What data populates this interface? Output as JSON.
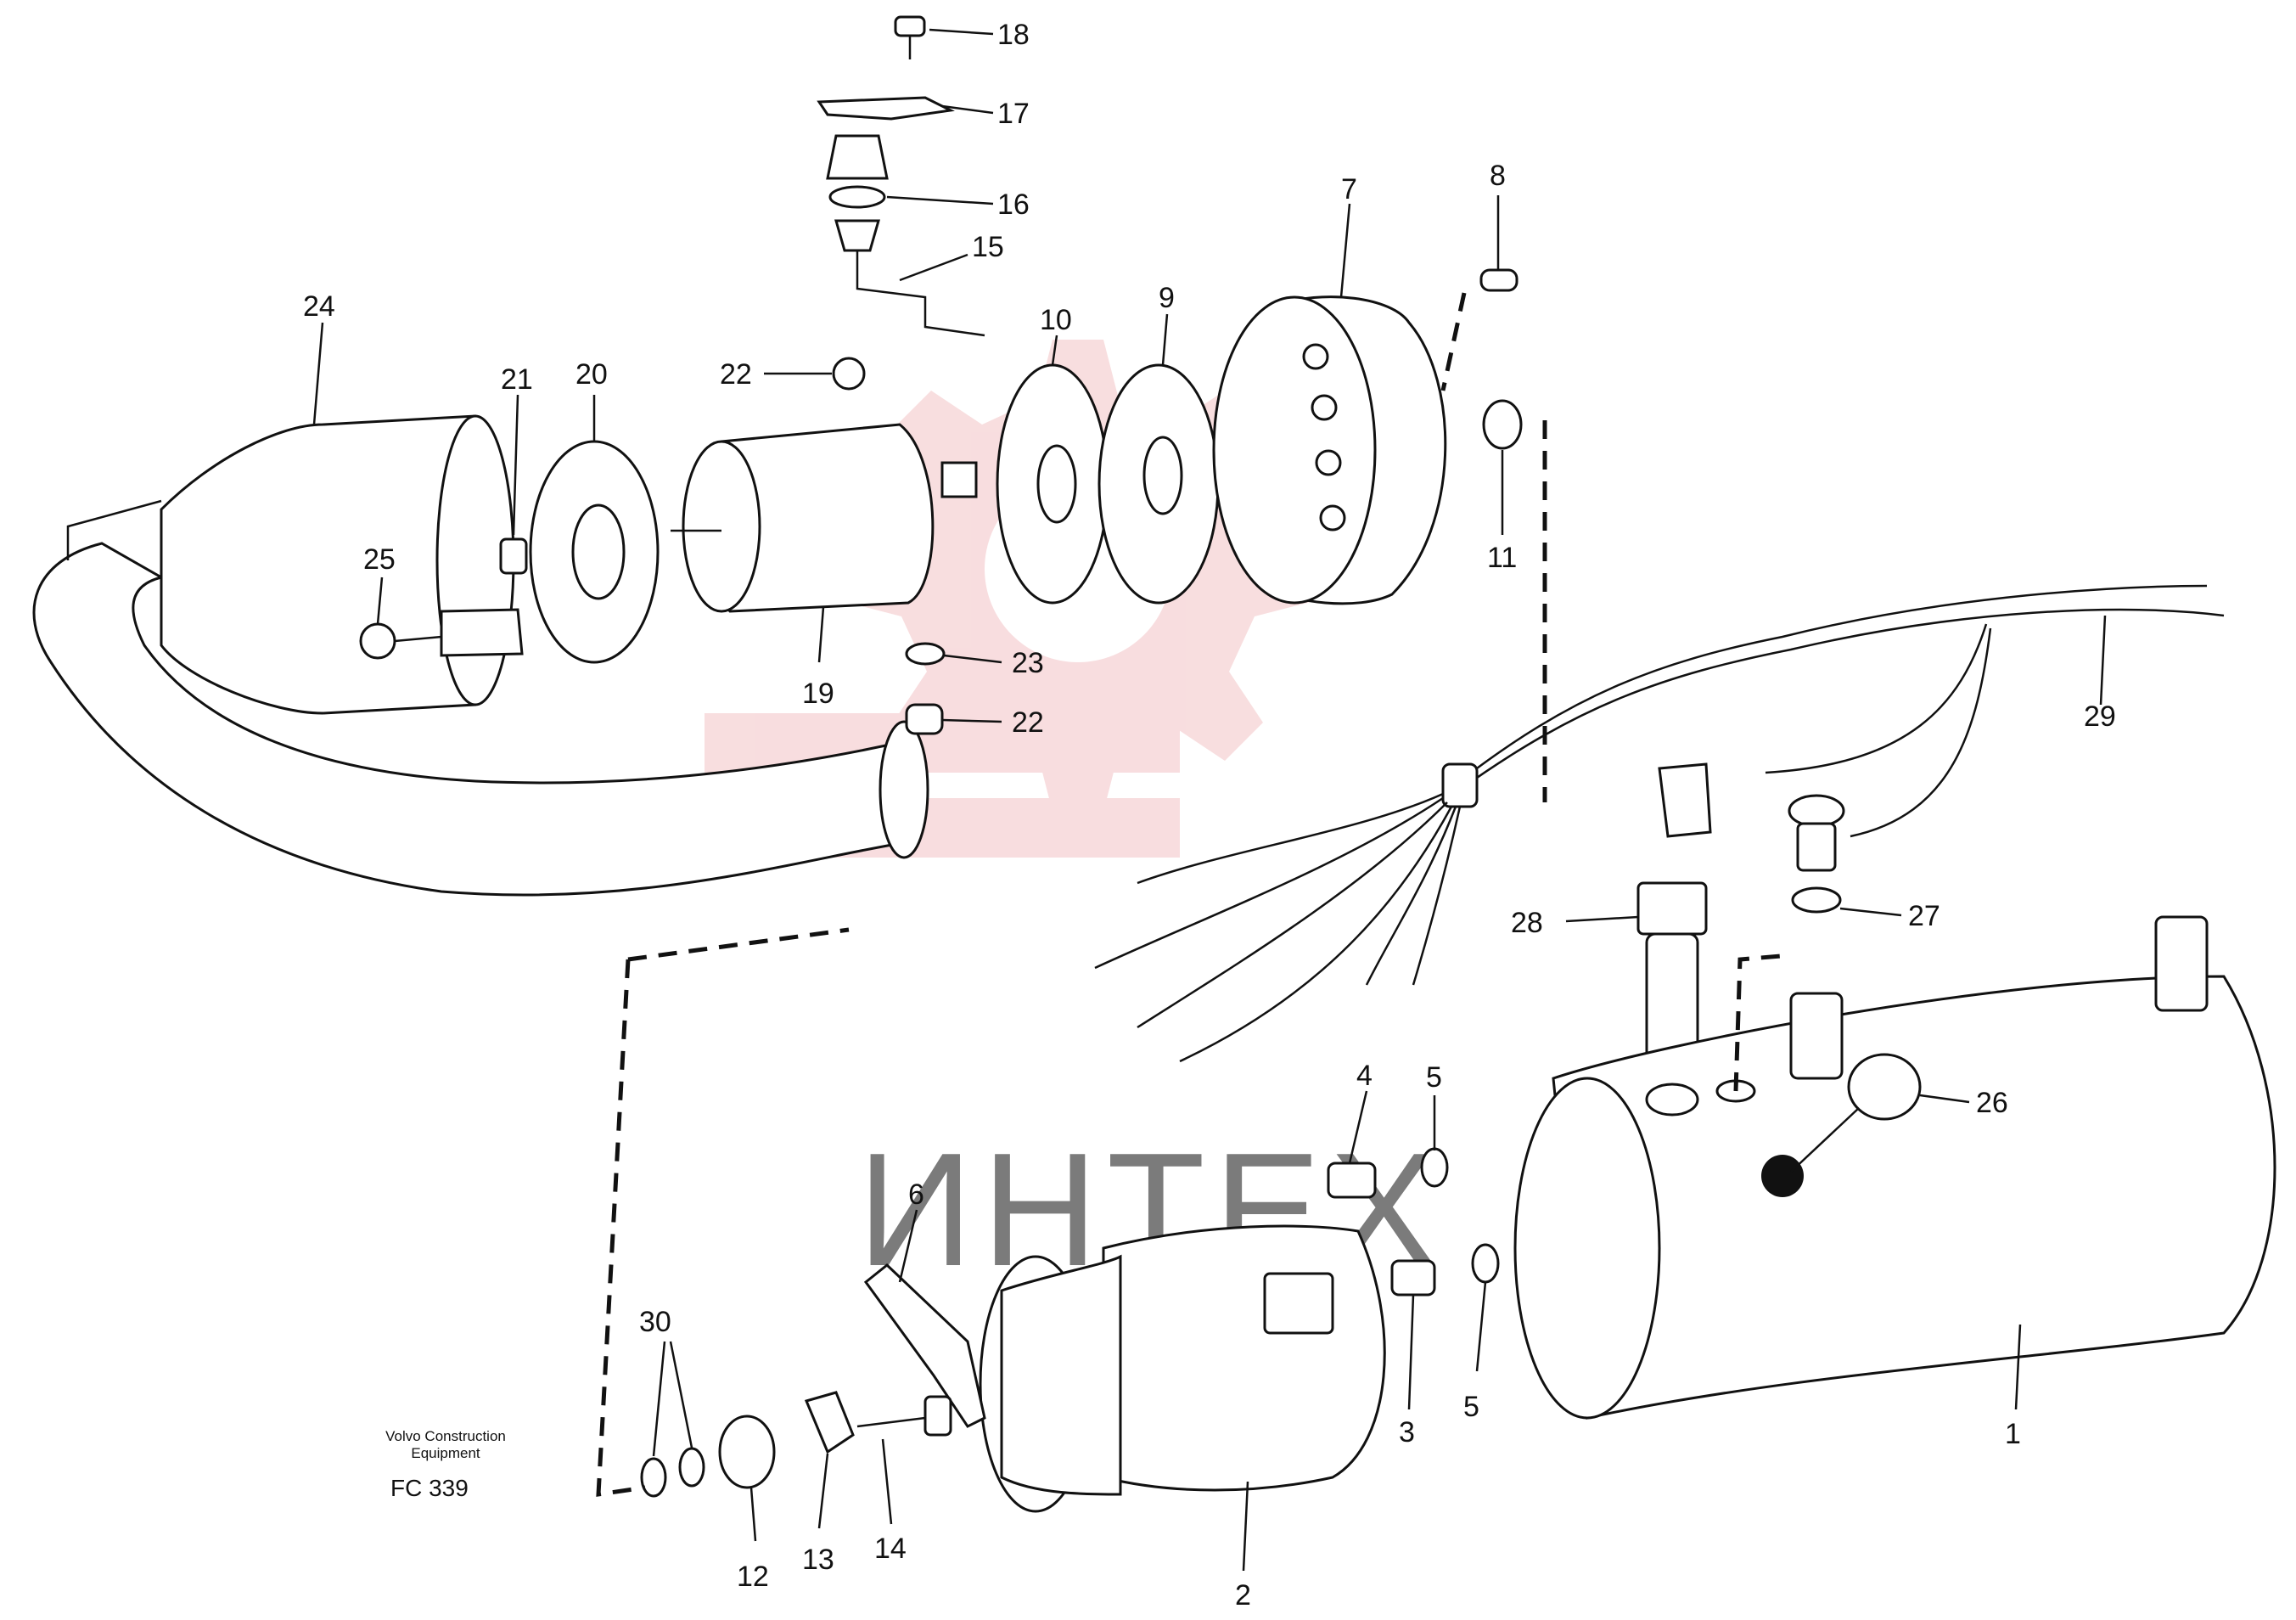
{
  "figure": {
    "caption_line1": "Volvo Construction",
    "caption_line2": "Equipment",
    "figure_code": "FC 339",
    "watermark_text": "ИНТЕХ"
  },
  "colors": {
    "watermark": "#f3c2c5",
    "line": "#111111",
    "background": "#ffffff"
  },
  "callouts": [
    {
      "id": "1",
      "label": "1"
    },
    {
      "id": "2",
      "label": "2"
    },
    {
      "id": "3",
      "label": "3"
    },
    {
      "id": "4",
      "label": "4"
    },
    {
      "id": "5a",
      "label": "5"
    },
    {
      "id": "5b",
      "label": "5"
    },
    {
      "id": "6",
      "label": "6"
    },
    {
      "id": "7",
      "label": "7"
    },
    {
      "id": "8",
      "label": "8"
    },
    {
      "id": "9",
      "label": "9"
    },
    {
      "id": "10",
      "label": "10"
    },
    {
      "id": "11",
      "label": "11"
    },
    {
      "id": "12",
      "label": "12"
    },
    {
      "id": "13",
      "label": "13"
    },
    {
      "id": "14",
      "label": "14"
    },
    {
      "id": "15",
      "label": "15"
    },
    {
      "id": "16",
      "label": "16"
    },
    {
      "id": "17",
      "label": "17"
    },
    {
      "id": "18",
      "label": "18"
    },
    {
      "id": "19",
      "label": "19"
    },
    {
      "id": "20",
      "label": "20"
    },
    {
      "id": "21",
      "label": "21"
    },
    {
      "id": "22a",
      "label": "22"
    },
    {
      "id": "22b",
      "label": "22"
    },
    {
      "id": "23",
      "label": "23"
    },
    {
      "id": "24",
      "label": "24"
    },
    {
      "id": "25",
      "label": "25"
    },
    {
      "id": "26",
      "label": "26"
    },
    {
      "id": "27",
      "label": "27"
    },
    {
      "id": "28",
      "label": "28"
    },
    {
      "id": "29",
      "label": "29"
    },
    {
      "id": "30",
      "label": "30"
    }
  ]
}
